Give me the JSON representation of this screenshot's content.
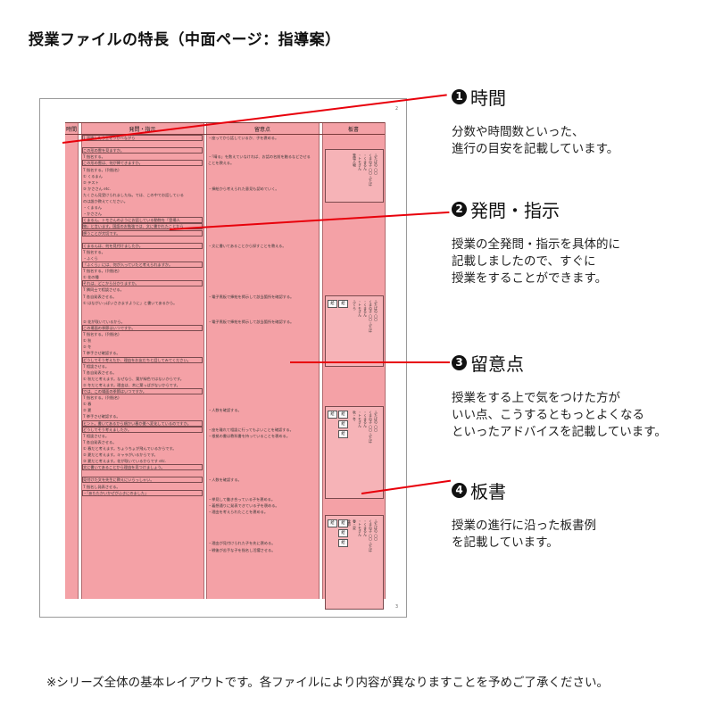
{
  "title": "授業ファイルの特長（中面ページ：指導案）",
  "sheet": {
    "page_number_top": "2",
    "page_number_bottom": "3",
    "headers": [
      "時間",
      "発問・指示",
      "留意点",
      "板書"
    ],
    "col2": [
      {
        "t": "1 雨降したら空をうかべながら",
        "b": true
      },
      {
        "t": "",
        "b": false
      },
      {
        "t": "この形の雲を見ますか。",
        "b": true
      },
      {
        "t": "T 指名する。",
        "b": false
      },
      {
        "t": "この形の雲は、何が降てきますか。",
        "b": true
      },
      {
        "t": "T 指名する。(列指名)",
        "b": false
      },
      {
        "t": "① くるまん",
        "b": false
      },
      {
        "t": "② テスト",
        "b": false
      },
      {
        "t": "③ かささん etc.",
        "b": false
      },
      {
        "t": "たくさん見受けられましたね。では、この中でお話している",
        "b": false
      },
      {
        "t": "のは誰か教えてください。",
        "b": false
      },
      {
        "t": "・くまるん",
        "b": false
      },
      {
        "t": "・かささん",
        "b": false
      },
      {
        "t": "くまるん、トモさんのようにお話している動物を「登場人",
        "b": true
      },
      {
        "t": "物」と言います。国語のお勉強では、文に書かれたことから",
        "b": true
      },
      {
        "t": "想うことが大切です。",
        "b": true
      },
      {
        "t": "",
        "b": false
      },
      {
        "t": "くまるんは、何を見付けましたか。",
        "b": true
      },
      {
        "t": "T 指名する。",
        "b": false
      },
      {
        "t": "・ふくら",
        "b": false
      },
      {
        "t": "「ふくら」には、何が入っていたと考えられますか。",
        "b": true
      },
      {
        "t": "T 指名する。(列指名)",
        "b": false
      },
      {
        "t": "① 花の種",
        "b": false
      },
      {
        "t": "それは、どこから分かりますか。",
        "b": true
      },
      {
        "t": "T 隣同士で相談させる。",
        "b": false
      },
      {
        "t": "T 各自発表させる。",
        "b": false
      },
      {
        "t": "① はながいっぱいさきますように」と書いてあるから。",
        "b": false
      },
      {
        "t": "",
        "b": false
      },
      {
        "t": "",
        "b": false
      },
      {
        "t": "② 花が咲いているから。",
        "b": false
      },
      {
        "t": "この場面の季節はいつですか。",
        "b": true
      },
      {
        "t": "T 指名する。(列指名)",
        "b": false
      },
      {
        "t": "① 秋",
        "b": false
      },
      {
        "t": "② 冬",
        "b": false
      },
      {
        "t": "T 挙手させ確認する。",
        "b": false
      },
      {
        "t": "どうしてそう考えたか、理由をお友だちと話してみてください。",
        "b": true
      },
      {
        "t": "T 相談させる。",
        "b": false
      },
      {
        "t": "T 各自発表させる。",
        "b": false
      },
      {
        "t": "① 秋だと考えます。なぜなら、葉が緑色ではないからです。",
        "b": false
      },
      {
        "t": "② 冬だと考えます。理由は、木に葉っぱがないからです。",
        "b": false
      },
      {
        "t": "では、この場面の季節はいつですか。",
        "b": true
      },
      {
        "t": "T 指名する。(列指名)",
        "b": false
      },
      {
        "t": "① 春",
        "b": false
      },
      {
        "t": "② 夏",
        "b": false
      },
      {
        "t": "T 挙手させ確認する。",
        "b": false
      },
      {
        "t": "ヒント。書いてあるから順かい春か夏へ変化しているのですか。",
        "b": true
      },
      {
        "t": "どうしてそう考えましたか。",
        "b": true
      },
      {
        "t": "T 相談させる。",
        "b": false
      },
      {
        "t": "T 各自発表させる。",
        "b": false
      },
      {
        "t": "① 春だと考えます。ちょうちょが飛んでいるからです。",
        "b": false
      },
      {
        "t": "② 夏だと考えます。キャラがいるからです。",
        "b": false
      },
      {
        "t": "③ 夏だと考えます。花が咲いているからです etc.",
        "b": false
      },
      {
        "t": "文に書いてあることから理由を見つけましょう。",
        "b": true
      },
      {
        "t": "",
        "b": false
      },
      {
        "t": "見付けた文を先生に教えにいらっしゃい。",
        "b": true
      },
      {
        "t": "T 指名し発表させる。",
        "b": false
      },
      {
        "t": "・「あたたかいかぜがふきにのました」",
        "b": true
      }
    ],
    "col3": [
      {
        "t": "・座ってから話しているか、子を褒める。",
        "row": 0
      },
      {
        "t": "・「晴る」を数えていなければ、お話の名前を触るなどさせる",
        "row": 3
      },
      {
        "t": "ことを教える。",
        "row": 4
      },
      {
        "t": "・挿絵から考えられた意見も認めていく。",
        "row": 8
      },
      {
        "t": "・文に書いてあることから探すことを教える。",
        "row": 17
      },
      {
        "t": "・電子黒板で挿絵を掲示して該当箇所を確認する。",
        "row": 25
      },
      {
        "t": "・電子黒板で挿絵を掲示して該当箇所を確認する。",
        "row": 29
      },
      {
        "t": "・人数を確認する。",
        "row": 43
      },
      {
        "t": "・座を離れて相談に行ってもよいことを確認する。",
        "row": 46
      },
      {
        "t": "・根拠の書は教科書を持っていることを褒める。",
        "row": 47
      },
      {
        "t": "・人数を確認する。",
        "row": 54
      },
      {
        "t": "・挙見して働き合っている子を褒める。",
        "row": 57
      },
      {
        "t": "・着想通りに発表できている子を褒める。",
        "row": 58
      },
      {
        "t": "・理由を考えられたことを褒める。",
        "row": 59
      },
      {
        "t": "・理由が見付けられた子を先に褒める。",
        "row": 64
      },
      {
        "t": "・戦後が苦手な子を指名し活躍させる。",
        "row": 65
      }
    ],
    "boards": [
      {
        "boxes": [],
        "lines": [
          "ふたばの 〇〇",
          "くまの子 〇〇 ふたば",
          "・くまるん",
          "・トモさん",
          "登場人物"
        ]
      },
      {
        "boxes": [
          "絵",
          "絵"
        ],
        "lines": [
          "ふたばの 〇〇",
          "くまの子 〇〇 ふたば",
          "・くまるん",
          "・トモさん",
          "ふくら"
        ]
      },
      {
        "boxes": [
          "絵",
          "絵",
          "絵",
          "絵"
        ],
        "lines": [
          "ふたばの 〇〇",
          "くまの子 〇〇 ふたば",
          "・くまるん",
          "・トモさん",
          "秋・冬"
        ]
      },
      {
        "boxes": [
          "絵",
          "絵",
          "絵",
          "絵"
        ],
        "lines": [
          "ふたばの 〇〇",
          "くまの子 〇〇 ふたば",
          "・くまるん",
          "・トモさん",
          "春・夏",
          "季節"
        ]
      }
    ]
  },
  "callouts": [
    {
      "num": "1",
      "title": "時間",
      "desc": [
        "分数や時間数といった、",
        "進行の目安を記載しています。"
      ]
    },
    {
      "num": "2",
      "title": "発問・指示",
      "desc": [
        "授業の全発問・指示を具体的に",
        "記載しましたので、すぐに",
        "授業をすることができます。"
      ]
    },
    {
      "num": "3",
      "title": "留意点",
      "desc": [
        "授業をする上で気をつけた方が",
        "いい点、こうするともっとよくなる",
        "といったアドバイスを記載しています。"
      ]
    },
    {
      "num": "4",
      "title": "板書",
      "desc": [
        "授業の進行に沿った板書例",
        "を記載しています。"
      ]
    }
  ],
  "footer": "※シリーズ全体の基本レイアウトです。各ファイルにより内容が異なりますことを予めご了承ください。",
  "colors": {
    "highlight": "#f4a1a6",
    "callout_line": "#e8000b"
  }
}
